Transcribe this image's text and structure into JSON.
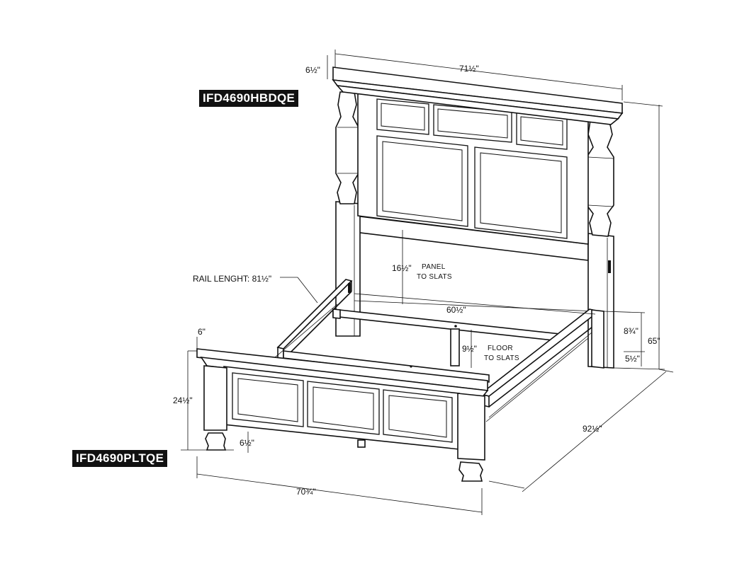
{
  "labels": {
    "headboard_model": "IFD4690HBDQE",
    "platform_model": "IFD4690PLTQE"
  },
  "dimensions": {
    "headboard_depth": "6½\"",
    "headboard_width": "71½\"",
    "overall_height": "65\"",
    "panel_to_slats": "16½\"",
    "panel_to_slats_note_1": "PANEL",
    "panel_to_slats_note_2": "TO SLATS",
    "rail_length": "RAIL LENGHT: 81½\"",
    "inner_width": "60½\"",
    "rail_height": "8¾\"",
    "floor_to_slats": "9½\"",
    "floor_to_slats_note_1": "FLOOR",
    "floor_to_slats_note_2": "TO SLATS",
    "leg_clearance_head": "5½\"",
    "footboard_depth": "6\"",
    "footboard_height": "24½\"",
    "leg_height_foot": "6½\"",
    "footboard_width": "70¾\"",
    "overall_length": "92½\""
  }
}
